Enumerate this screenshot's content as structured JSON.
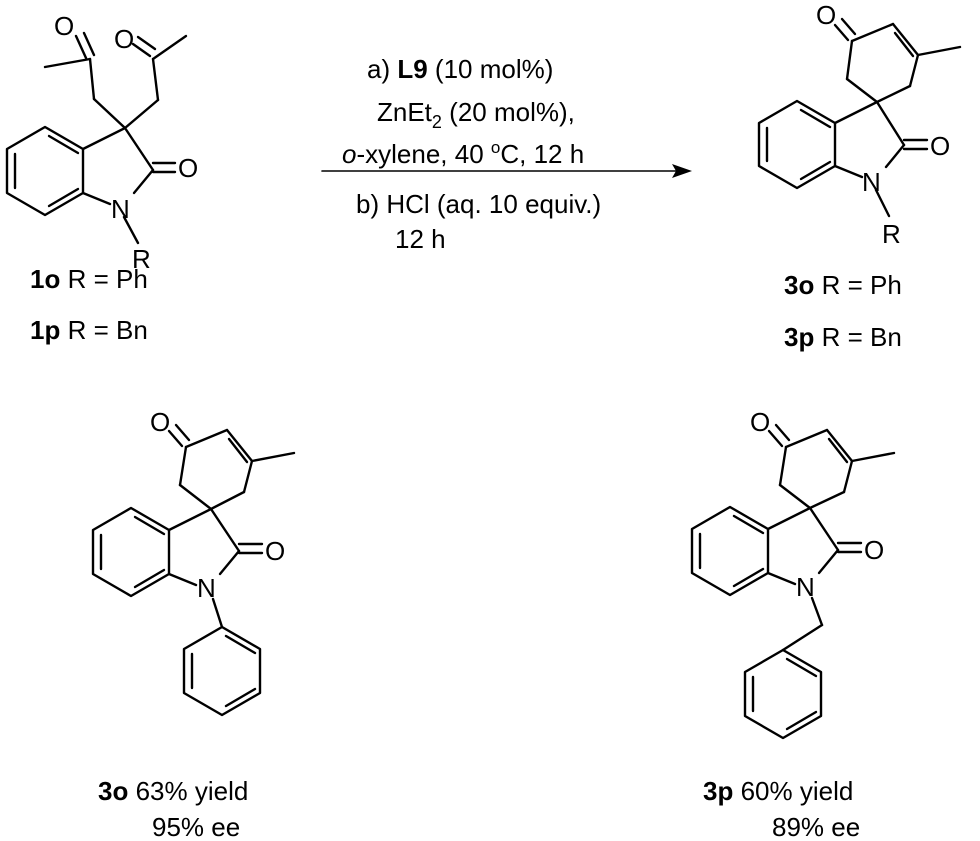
{
  "atoms": {
    "oxygen": "O",
    "nitrogen": "N",
    "r_group": "R"
  },
  "reaction": {
    "step_a_prefix": "a) ",
    "catalyst": "L9",
    "catalyst_loading": " (10 mol%)",
    "reagent_base": "ZnEt",
    "reagent_subscript": "2",
    "reagent_loading": " (20 mol%),",
    "solvent_prefix": "o",
    "solvent_rest": "-xylene, 40 ",
    "temp_superscript": "o",
    "temp_rest": "C, 12 h",
    "step_b": "b) HCl (aq. 10 equiv.)",
    "step_b_time": "12 h"
  },
  "substrates": [
    {
      "id": "1o",
      "label": " R = Ph"
    },
    {
      "id": "1p",
      "label": " R = Bn"
    }
  ],
  "products_general": [
    {
      "id": "3o",
      "label": " R = Ph"
    },
    {
      "id": "3p",
      "label": " R = Bn"
    }
  ],
  "results": [
    {
      "id": "3o",
      "yield": "63% yield",
      "ee": "95%  ee"
    },
    {
      "id": "3p",
      "yield": "60% yield",
      "ee": "89% ee"
    }
  ]
}
